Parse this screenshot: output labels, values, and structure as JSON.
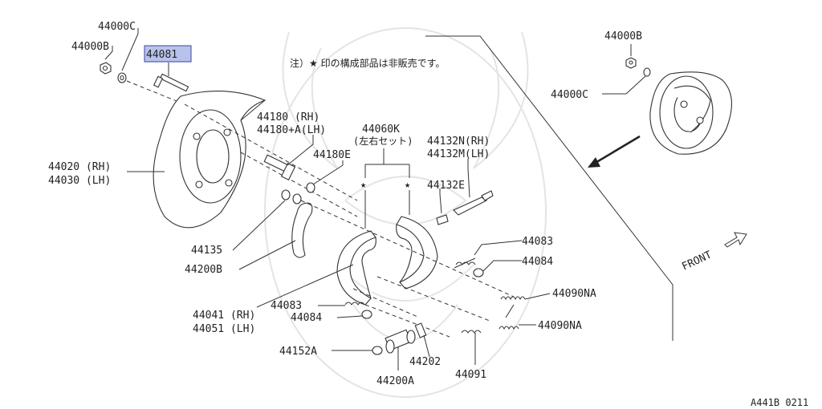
{
  "note": "注）★ 印の構成部品は非販売です。",
  "footer_code": "A441B 0211",
  "front_label": "FRONT",
  "highlighted_part": "44081",
  "colors": {
    "highlight": "#b9c2ea",
    "line": "#333333"
  },
  "labels": {
    "p44000C_top": "44000C",
    "p44000B_top": "44000B",
    "p44081": "44081",
    "p44020": "44020 (RH)",
    "p44030": "44030 (LH)",
    "p44180_rh": "44180  (RH)",
    "p44180_lh": "44180+A(LH)",
    "p44060K": "44060K",
    "p44060K_sub": "(左右セット)",
    "p44132N": "44132N(RH)",
    "p44132M": "44132M(LH)",
    "p44180E": "44180E",
    "p44132E": "44132E",
    "p44135": "44135",
    "p44200B": "44200B",
    "p44083_r": "44083",
    "p44084_r": "44084",
    "p44090NA_1": "44090NA",
    "p44090NA_2": "44090NA",
    "p44041": "44041 (RH)",
    "p44051": "44051 (LH)",
    "p44083_l": "44083",
    "p44084_l": "44084",
    "p44152A": "44152A",
    "p44202": "44202",
    "p44200A": "44200A",
    "p44091": "44091",
    "p44000B_right": "44000B",
    "p44000C_right": "44000C"
  }
}
